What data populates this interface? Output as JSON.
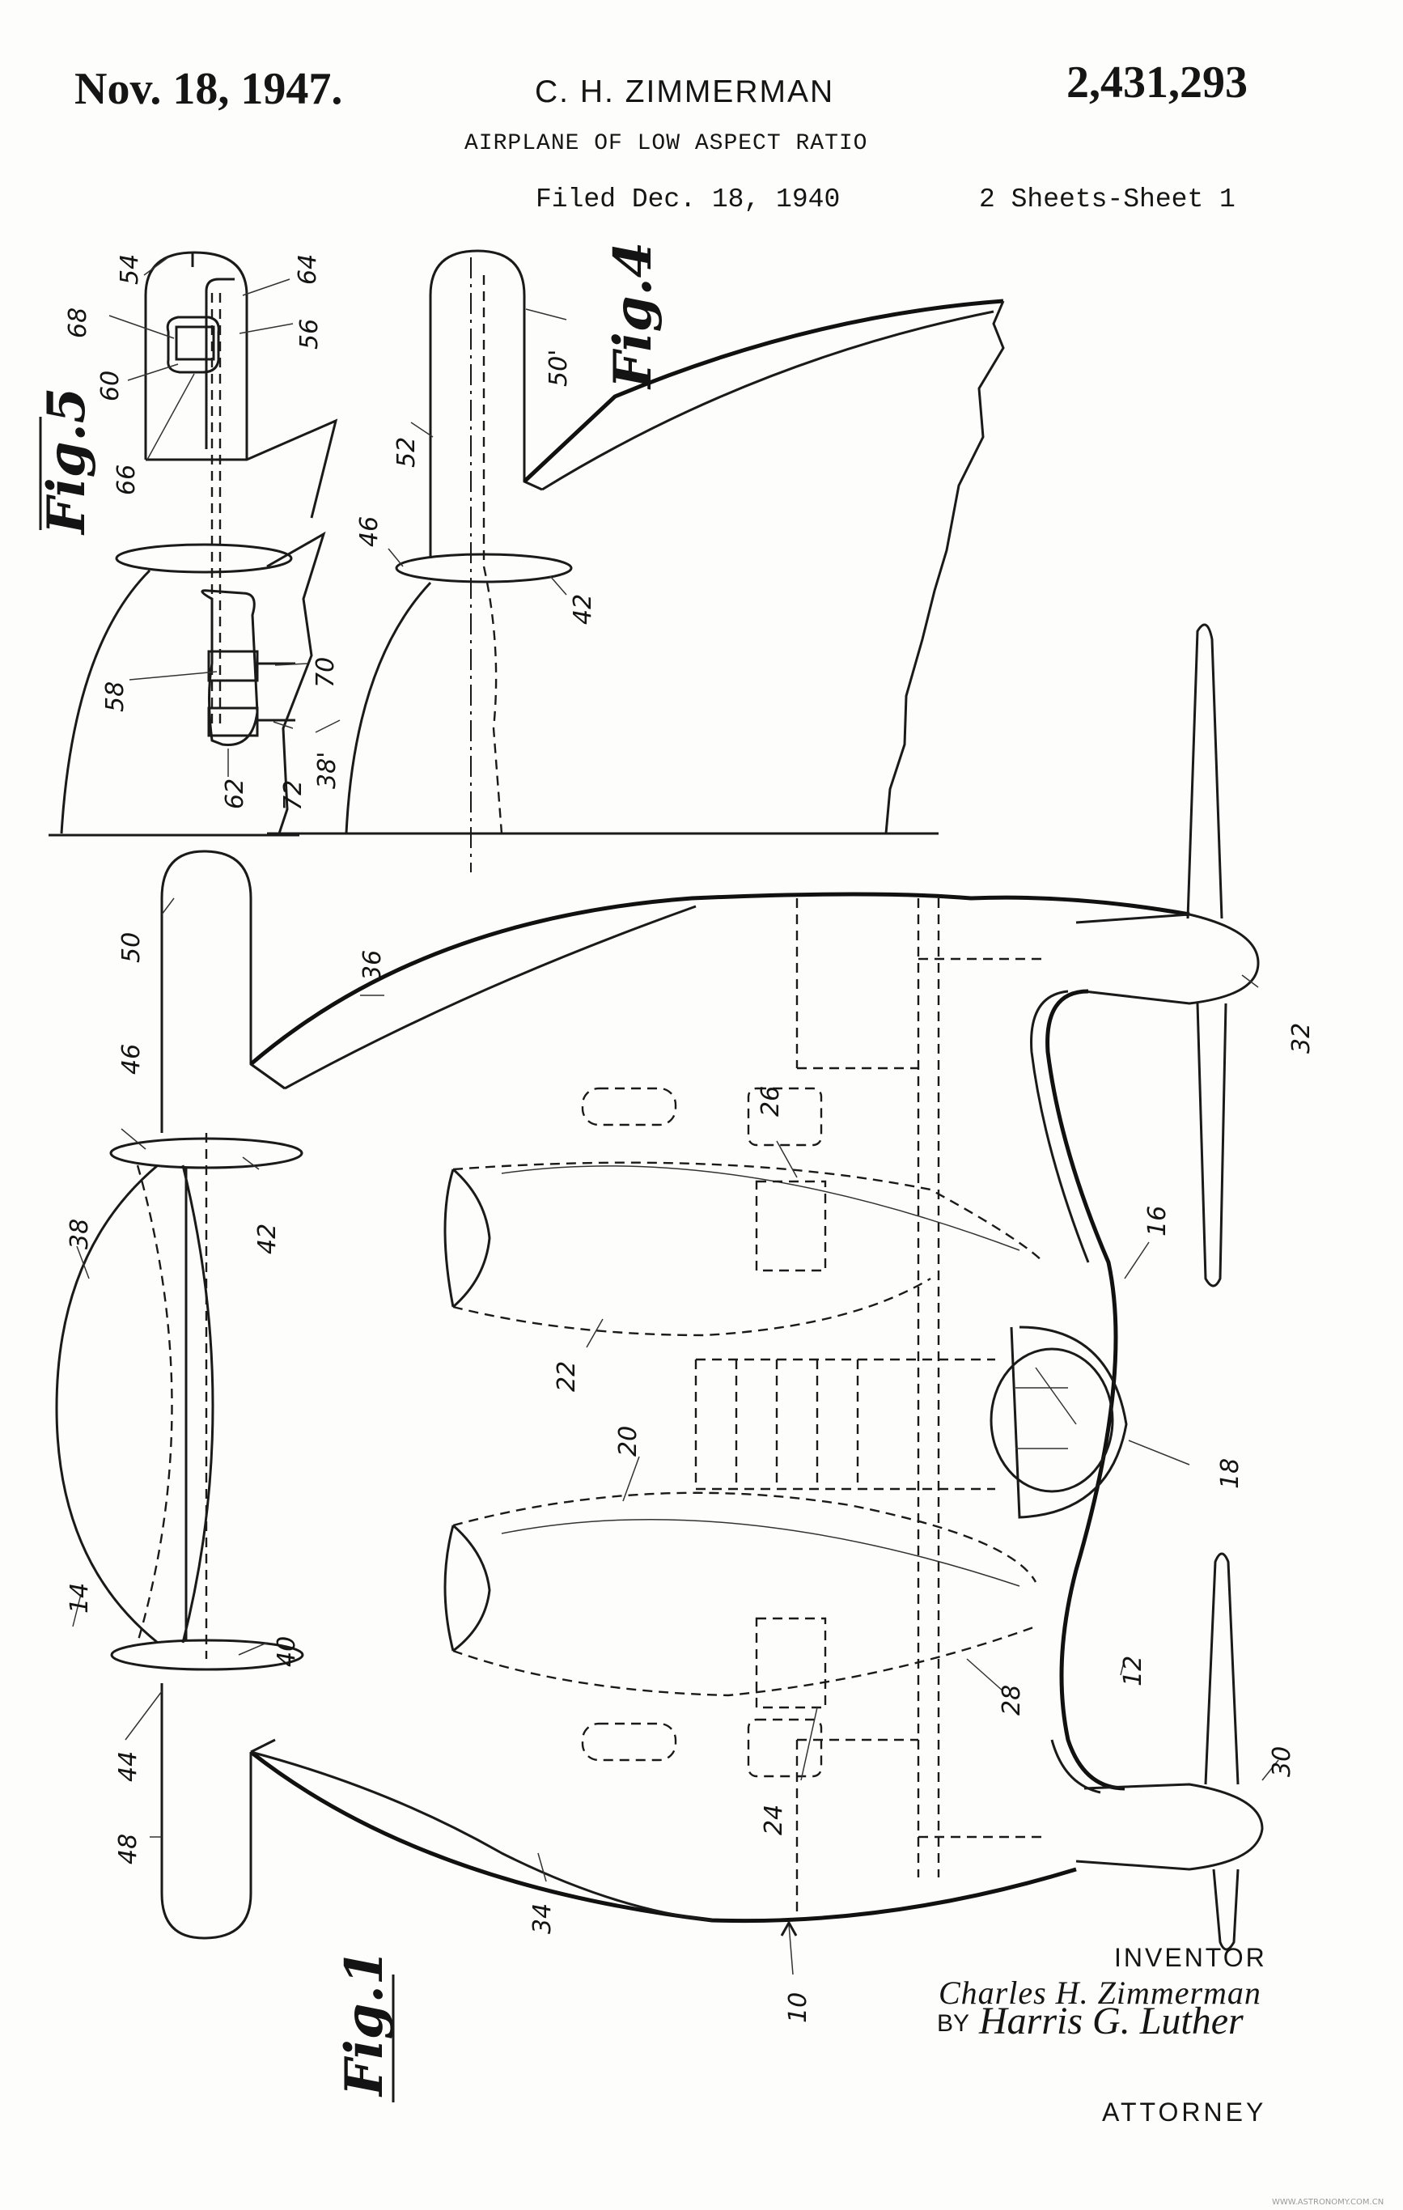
{
  "header": {
    "date": "Nov. 18, 1947.",
    "inventor": "C. H. ZIMMERMAN",
    "patent_number": "2,431,293",
    "title": "AIRPLANE OF LOW ASPECT RATIO",
    "filed": "Filed Dec. 18, 1940",
    "sheets": "2 Sheets-Sheet 1"
  },
  "figures": {
    "fig5": "Fig.5",
    "fig4": "Fig.4",
    "fig1": "Fig.1"
  },
  "reference_numerals": {
    "r54": "54",
    "r68": "68",
    "r64": "64",
    "r56": "56",
    "r60": "60",
    "r66": "66",
    "r58": "58",
    "r70": "70",
    "r62": "62",
    "r72": "72",
    "r38_fig5": "38'",
    "r52": "52",
    "r50_fig4": "50'",
    "r46_fig4": "46",
    "r42_fig4": "42",
    "r50": "50",
    "r36": "36",
    "r32": "32",
    "r46": "46",
    "r26": "26",
    "r42": "42",
    "r38": "38",
    "r16": "16",
    "r22": "22",
    "r20": "20",
    "r18": "18",
    "r14": "14",
    "r40": "40",
    "r12": "12",
    "r28": "28",
    "r44": "44",
    "r24": "24",
    "r30": "30",
    "r48": "48",
    "r34": "34",
    "r10": "10"
  },
  "signature": {
    "inventor_label": "INVENTOR",
    "inventor_name": "Charles H. Zimmerman",
    "by": "BY",
    "attorney_name": "Harris G. Luther",
    "attorney_label": "ATTORNEY"
  },
  "watermark": "WWW.ASTRONOMY.COM.CN"
}
